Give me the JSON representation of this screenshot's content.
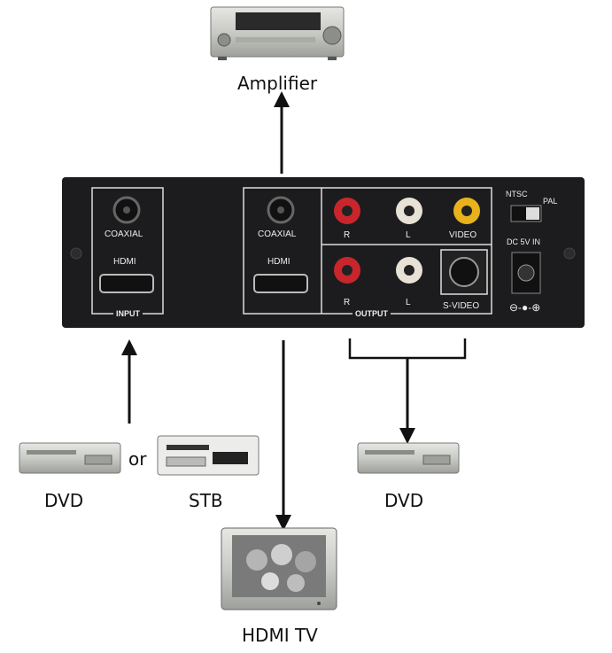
{
  "devices": {
    "amplifier": "Amplifier",
    "dvd_input": "DVD",
    "or": "or",
    "stb": "STB",
    "dvd_output": "DVD",
    "hdmi_tv": "HDMI TV"
  },
  "panel": {
    "input_coaxial": "COAXIAL",
    "input_hdmi": "HDMI",
    "input_label": "INPUT",
    "output_coaxial": "COAXIAL",
    "output_hdmi": "HDMI",
    "r_top": "R",
    "l_top": "L",
    "video": "VIDEO",
    "r_bottom": "R",
    "l_bottom": "L",
    "svideo": "S-VIDEO",
    "output_label": "OUTPUT",
    "ntsc": "NTSC",
    "pal": "PAL",
    "dc_in": "DC 5V IN"
  },
  "colors": {
    "panel": "#1c1c1e",
    "rca_red": "#c8262c",
    "rca_white": "#e8e2d6",
    "rca_yellow": "#e8b21c",
    "silver": "#c9cbc6"
  }
}
